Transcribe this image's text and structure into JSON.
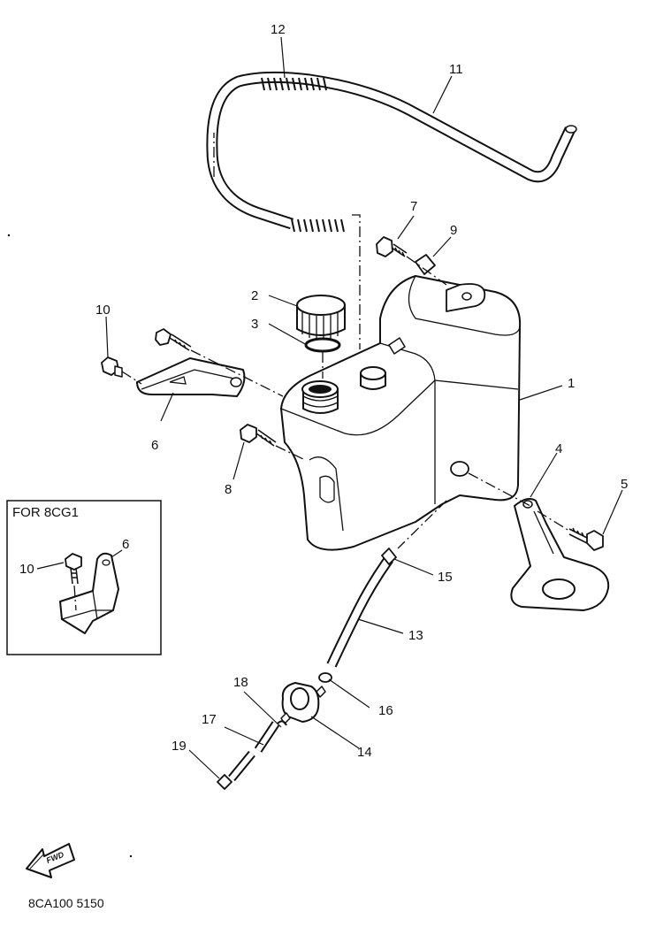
{
  "callouts": {
    "c1": "1",
    "c2": "2",
    "c3": "3",
    "c4": "4",
    "c5": "5",
    "c6": "6",
    "c7": "7",
    "c8": "8",
    "c9": "9",
    "c10": "10",
    "c11": "11",
    "c12": "12",
    "c13": "13",
    "c14": "14",
    "c15": "15",
    "c16": "16",
    "c17": "17",
    "c18": "18",
    "c19": "19"
  },
  "inset": {
    "title": "FOR 8CG1",
    "c10": "10",
    "c6": "6"
  },
  "find_badge": "FWD",
  "drawing_code": "8CA100 5150"
}
